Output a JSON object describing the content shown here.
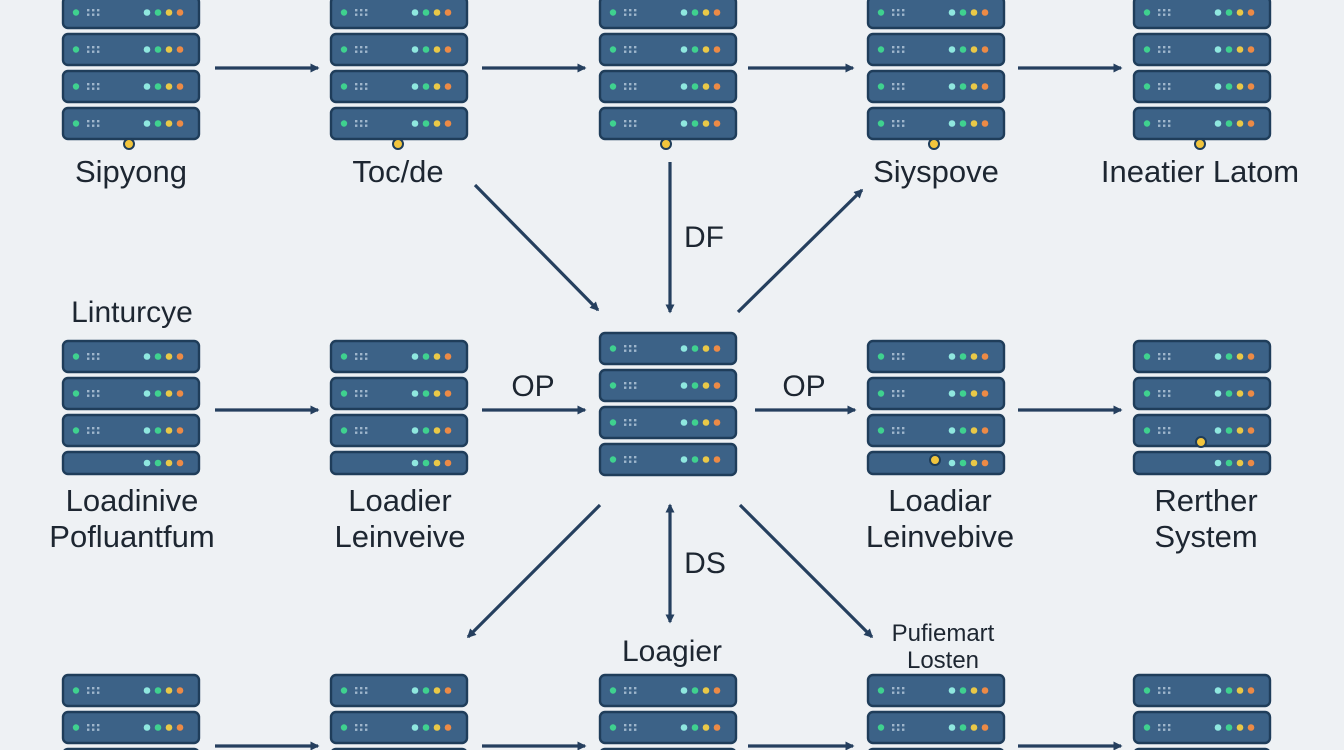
{
  "colors": {
    "background": "#eef1f4",
    "rack_unit": "#3c6287",
    "rack_outline": "#1f3d5a",
    "led_green": "#3fd18f",
    "led_cyan": "#8fe7df",
    "led_yellow": "#e9c847",
    "led_orange": "#ec8a46",
    "arrow": "#253f5e",
    "indicator": "#f2c53d"
  },
  "nodes": [
    {
      "id": "n0-0",
      "label_lines": [
        "Sipyong"
      ]
    },
    {
      "id": "n0-1",
      "label_lines": [
        "Toc/de"
      ]
    },
    {
      "id": "n0-2",
      "label_lines": []
    },
    {
      "id": "n0-3",
      "label_lines": [
        "Siyspove"
      ]
    },
    {
      "id": "n0-4",
      "label_lines": [
        "Ineatier Latom"
      ]
    },
    {
      "id": "n1-0",
      "label_lines": [
        "Loadinive",
        "Pofluantfum"
      ],
      "caption": "Linturcye"
    },
    {
      "id": "n1-1",
      "label_lines": [
        "Loadier",
        "Leinveive"
      ]
    },
    {
      "id": "n1-2",
      "label_lines": []
    },
    {
      "id": "n1-3",
      "label_lines": [
        "Loadiar",
        "Leinvebive"
      ]
    },
    {
      "id": "n1-4",
      "label_lines": [
        "Rerther",
        "System"
      ]
    },
    {
      "id": "n2-0",
      "label_lines": []
    },
    {
      "id": "n2-1",
      "label_lines": []
    },
    {
      "id": "n2-2",
      "label_lines": [],
      "caption": "Loagier"
    },
    {
      "id": "n2-3",
      "label_lines": [],
      "caption_lines": [
        "Pufiemart",
        "Losten"
      ]
    },
    {
      "id": "n2-4",
      "label_lines": []
    }
  ],
  "edge_labels": {
    "df": "DF",
    "op_left": "OP",
    "op_right": "OP",
    "ds": "DS"
  }
}
